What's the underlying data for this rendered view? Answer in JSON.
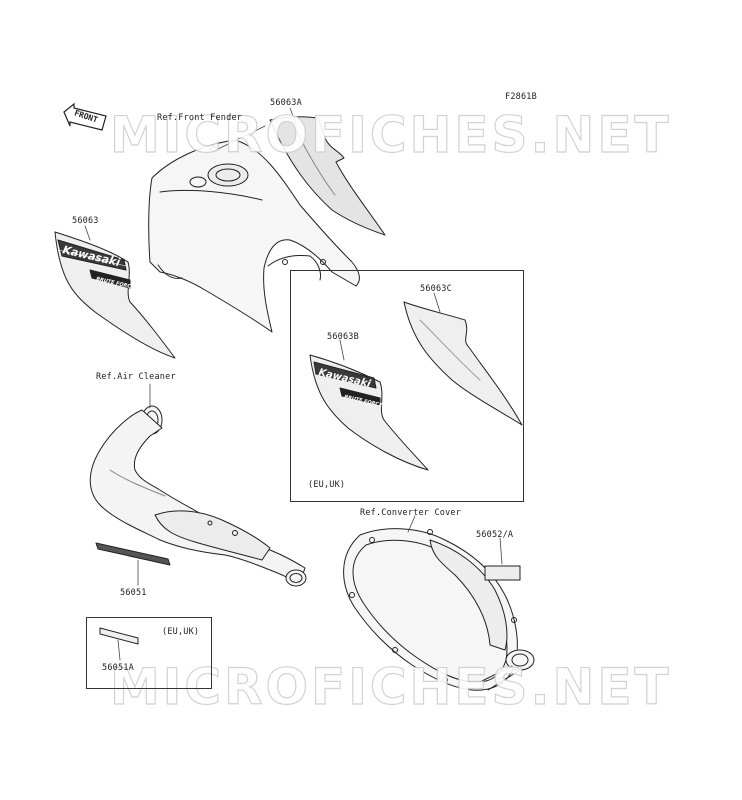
{
  "figure_code": "F2861B",
  "watermark": "MICROFICHES.NET",
  "direction_label": "FRONT",
  "labels": {
    "ref_front_fender": "Ref.Front Fender",
    "p56063A": "56063A",
    "p56063": "56063",
    "p56063C": "56063C",
    "p56063B": "56063B",
    "eu_uk_1": "(EU,UK)",
    "ref_air_cleaner": "Ref.Air Cleaner",
    "ref_converter_cover": "Ref.Converter Cover",
    "p56052A": "56052/A",
    "p56051": "56051",
    "eu_uk_2": "(EU,UK)",
    "p56051A": "56051A"
  },
  "decal_text": {
    "brand": "Kawasaki",
    "model": "BRUTE FORCE"
  }
}
